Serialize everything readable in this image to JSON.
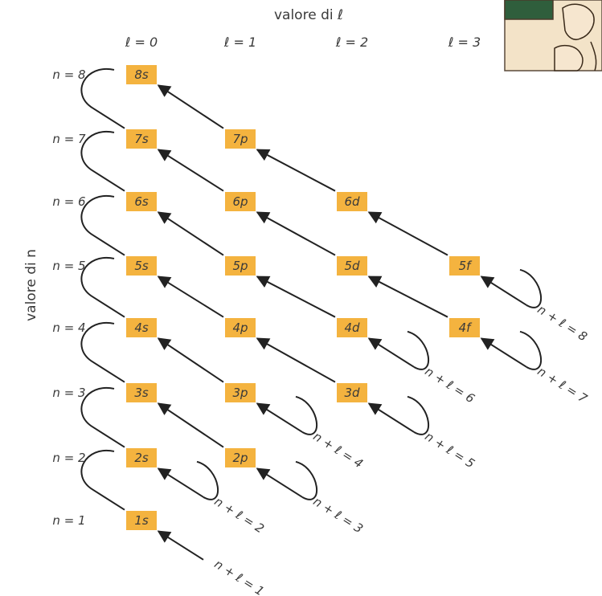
{
  "title": "valore di ℓ",
  "y_axis_label": "valore di n",
  "colors": {
    "box": "#F4B33F",
    "line": "#222222",
    "text": "#3a3a3a"
  },
  "columns": [
    "ℓ = 0",
    "ℓ = 1",
    "ℓ = 2",
    "ℓ = 3"
  ],
  "rows": [
    "n = 8",
    "n = 7",
    "n = 6",
    "n = 5",
    "n = 4",
    "n = 3",
    "n = 2",
    "n = 1"
  ],
  "orbitals": [
    {
      "n": 8,
      "l": 0,
      "label": "8s"
    },
    {
      "n": 7,
      "l": 0,
      "label": "7s"
    },
    {
      "n": 7,
      "l": 1,
      "label": "7p"
    },
    {
      "n": 6,
      "l": 0,
      "label": "6s"
    },
    {
      "n": 6,
      "l": 1,
      "label": "6p"
    },
    {
      "n": 6,
      "l": 2,
      "label": "6d"
    },
    {
      "n": 5,
      "l": 0,
      "label": "5s"
    },
    {
      "n": 5,
      "l": 1,
      "label": "5p"
    },
    {
      "n": 5,
      "l": 2,
      "label": "5d"
    },
    {
      "n": 5,
      "l": 3,
      "label": "5f"
    },
    {
      "n": 4,
      "l": 0,
      "label": "4s"
    },
    {
      "n": 4,
      "l": 1,
      "label": "4p"
    },
    {
      "n": 4,
      "l": 2,
      "label": "4d"
    },
    {
      "n": 4,
      "l": 3,
      "label": "4f"
    },
    {
      "n": 3,
      "l": 0,
      "label": "3s"
    },
    {
      "n": 3,
      "l": 1,
      "label": "3p"
    },
    {
      "n": 3,
      "l": 2,
      "label": "3d"
    },
    {
      "n": 2,
      "l": 0,
      "label": "2s"
    },
    {
      "n": 2,
      "l": 1,
      "label": "2p"
    },
    {
      "n": 1,
      "l": 0,
      "label": "1s"
    }
  ],
  "diagonals": [
    {
      "sum": 1,
      "label": "n + ℓ = 1"
    },
    {
      "sum": 2,
      "label": "n + ℓ = 2"
    },
    {
      "sum": 3,
      "label": "n + ℓ = 3"
    },
    {
      "sum": 4,
      "label": "n + ℓ = 4"
    },
    {
      "sum": 5,
      "label": "n + ℓ = 5"
    },
    {
      "sum": 6,
      "label": "n + ℓ = 6"
    },
    {
      "sum": 7,
      "label": "n + ℓ = 7"
    },
    {
      "sum": 8,
      "label": "n + ℓ = 8"
    }
  ]
}
